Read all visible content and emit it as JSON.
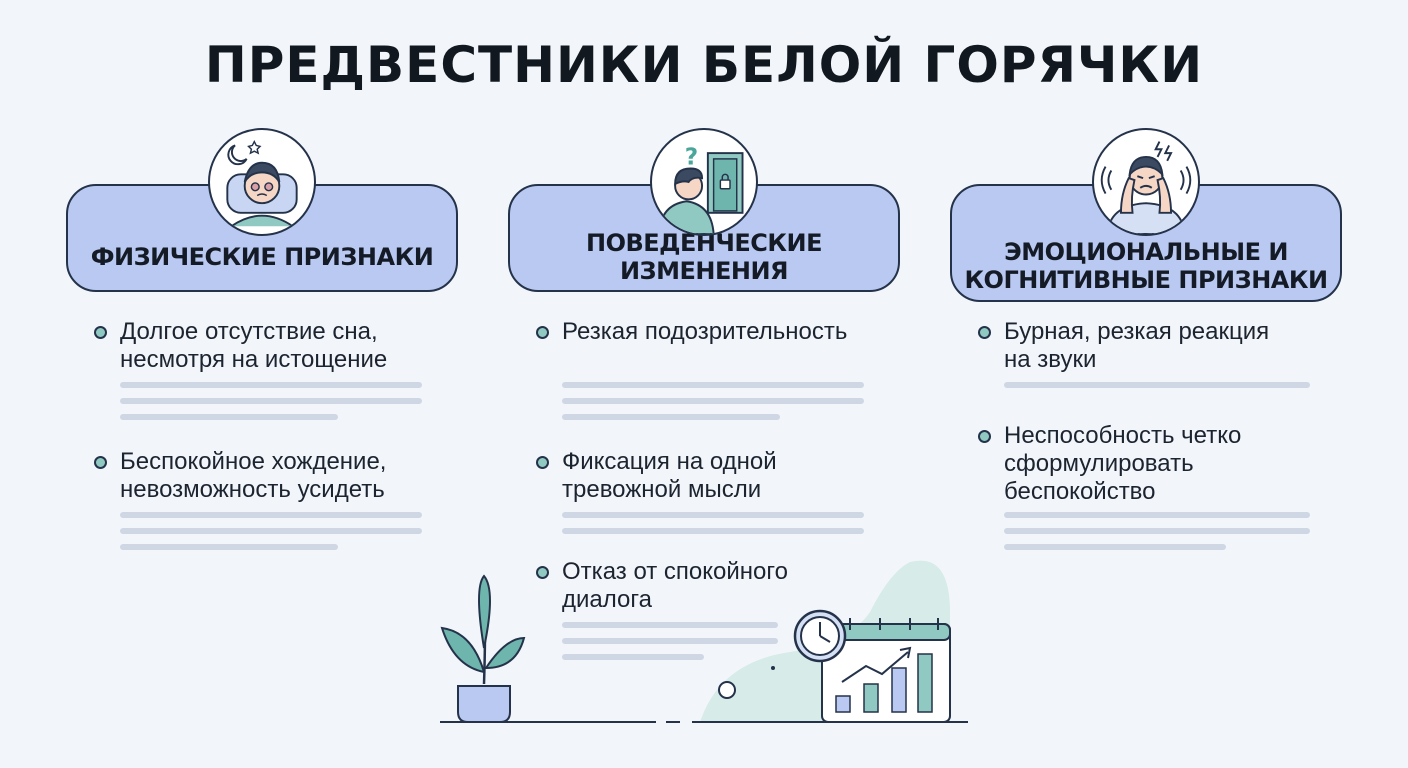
{
  "title": "ПРЕДВЕСТНИКИ БЕЛОЙ ГОРЯЧКИ",
  "colors": {
    "pill": "#b9c9f1",
    "outline": "#24324a",
    "accent": "#8fc9c2",
    "placeholder": "#cfd7e4"
  },
  "columns": [
    {
      "heading": "ФИЗИЧЕСКИЕ ПРИЗНАКИ",
      "icon": "sleepless-person-icon",
      "items": [
        {
          "text": "Долгое отсутствие сна,\nнесмотря на истощение"
        },
        {
          "text": "Беспокойное хождение,\nневозможность усидеть"
        }
      ]
    },
    {
      "heading": "ПОВЕДЕНЧЕСКИЕ ИЗМЕНЕНИЯ",
      "icon": "suspicious-person-door-icon",
      "items": [
        {
          "text": "Резкая подозрительность"
        },
        {
          "text": "Фиксация на одной\nтревожной мысли"
        },
        {
          "text": "Отказ от спокойного\nдиалога"
        }
      ]
    },
    {
      "heading": "ЭМОЦИОНАЛЬНЫЕ И\nКОГНИТИВНЫЕ ПРИЗНАКИ",
      "icon": "person-covering-ears-icon",
      "items": [
        {
          "text": "Бурная, резкая реакция\nна звуки"
        },
        {
          "text": "Неспособность четко\nсформулировать\nбеспокойство"
        }
      ]
    }
  ],
  "decor": [
    "potted-plant-icon",
    "clock-icon",
    "calendar-chart-icon"
  ]
}
